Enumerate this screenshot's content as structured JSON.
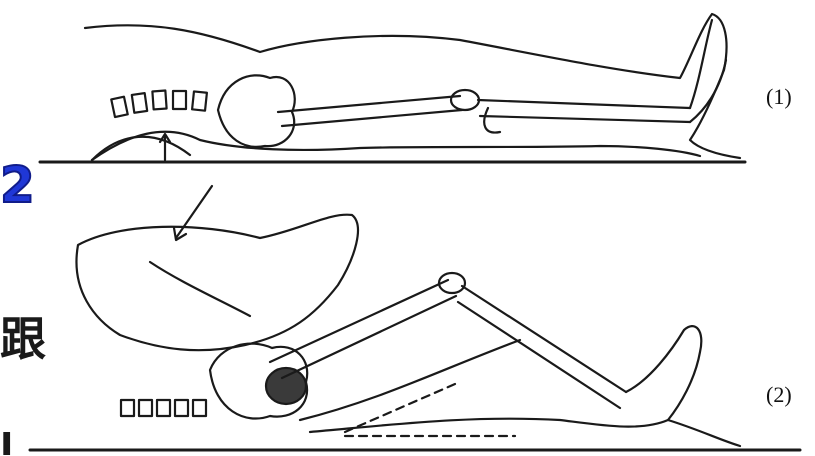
{
  "panels": [
    {
      "id": "panel-1",
      "label": "(1)"
    },
    {
      "id": "panel-2",
      "label": "(2)"
    }
  ],
  "background_fragments": {
    "digit": "2",
    "char": "跟",
    "bottom": "I"
  },
  "colors": {
    "line": "#1a1a1a",
    "fragment_blue": "#1f37d6"
  }
}
